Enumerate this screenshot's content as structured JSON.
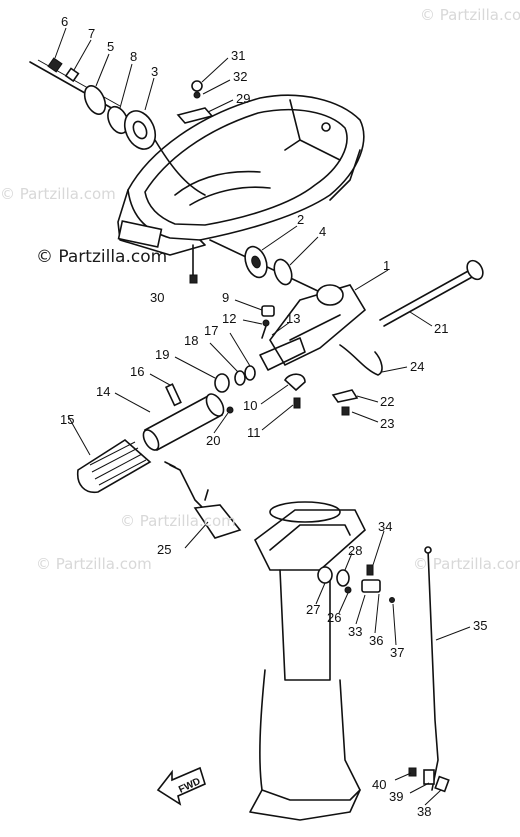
{
  "watermarks": {
    "light": "© Partzilla.com",
    "dark": "© Partzilla.com"
  },
  "fwd_label": "FWD",
  "callouts": [
    {
      "id": "c6",
      "text": "6"
    },
    {
      "id": "c7",
      "text": "7"
    },
    {
      "id": "c5",
      "text": "5"
    },
    {
      "id": "c8",
      "text": "8"
    },
    {
      "id": "c3",
      "text": "3"
    },
    {
      "id": "c31",
      "text": "31"
    },
    {
      "id": "c32",
      "text": "32"
    },
    {
      "id": "c29",
      "text": "29"
    },
    {
      "id": "c2",
      "text": "2"
    },
    {
      "id": "c4",
      "text": "4"
    },
    {
      "id": "c30",
      "text": "30"
    },
    {
      "id": "c1",
      "text": "1"
    },
    {
      "id": "c9",
      "text": "9"
    },
    {
      "id": "c12",
      "text": "12"
    },
    {
      "id": "c13",
      "text": "13"
    },
    {
      "id": "c21",
      "text": "21"
    },
    {
      "id": "c18",
      "text": "18"
    },
    {
      "id": "c17",
      "text": "17"
    },
    {
      "id": "c19",
      "text": "19"
    },
    {
      "id": "c24",
      "text": "24"
    },
    {
      "id": "c16",
      "text": "16"
    },
    {
      "id": "c14",
      "text": "14"
    },
    {
      "id": "c10",
      "text": "10"
    },
    {
      "id": "c22",
      "text": "22"
    },
    {
      "id": "c23",
      "text": "23"
    },
    {
      "id": "c11",
      "text": "11"
    },
    {
      "id": "c20",
      "text": "20"
    },
    {
      "id": "c15",
      "text": "15"
    },
    {
      "id": "c25",
      "text": "25"
    },
    {
      "id": "c34",
      "text": "34"
    },
    {
      "id": "c28",
      "text": "28"
    },
    {
      "id": "c27",
      "text": "27"
    },
    {
      "id": "c26",
      "text": "26"
    },
    {
      "id": "c33",
      "text": "33"
    },
    {
      "id": "c36",
      "text": "36"
    },
    {
      "id": "c37",
      "text": "37"
    },
    {
      "id": "c35",
      "text": "35"
    },
    {
      "id": "c40",
      "text": "40"
    },
    {
      "id": "c39",
      "text": "39"
    },
    {
      "id": "c38",
      "text": "38"
    }
  ]
}
